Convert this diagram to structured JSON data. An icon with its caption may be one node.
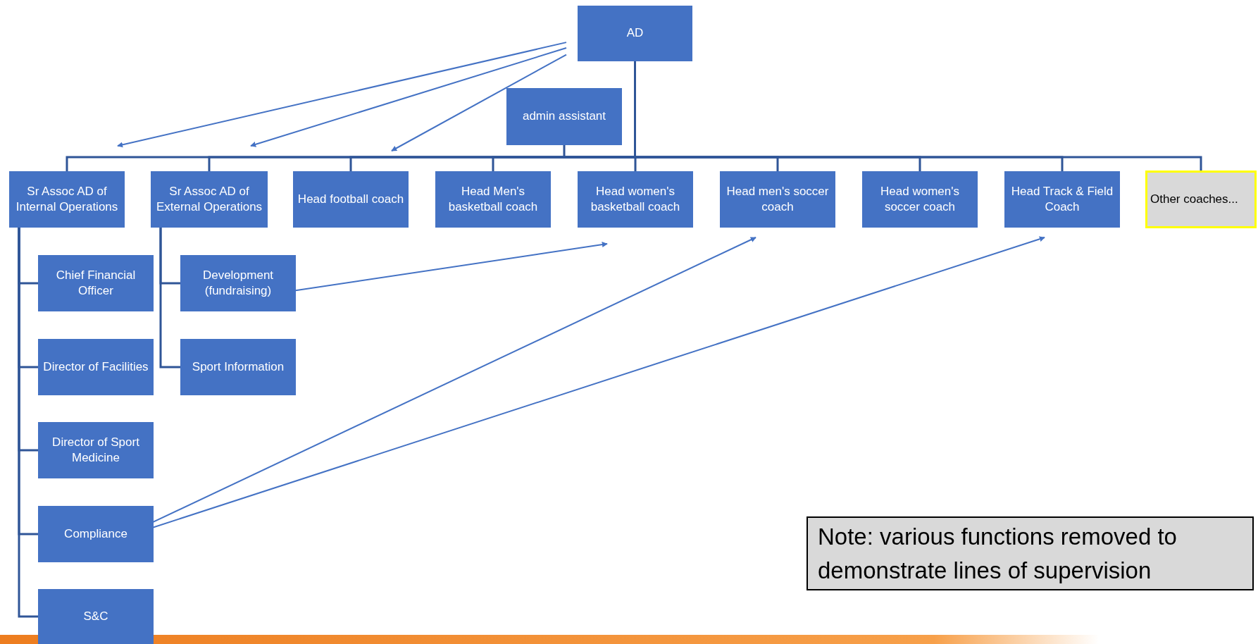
{
  "diagram": {
    "nodes": [
      {
        "text": [
          "AD"
        ]
      },
      {
        "text": [
          "admin assistant"
        ]
      },
      {
        "text": [
          "Sr Assoc AD of Internal Operations"
        ]
      },
      {
        "text": [
          "Sr Assoc AD of External Operations"
        ]
      },
      {
        "text": [
          "Head football coach"
        ]
      },
      {
        "text": [
          "Head Men's basketball coach"
        ]
      },
      {
        "text": [
          "Head women's basketball coach"
        ]
      },
      {
        "text": [
          "Head men's soccer coach"
        ]
      },
      {
        "text": [
          "Head women's soccer coach"
        ]
      },
      {
        "text": [
          "Head Track & Field Coach"
        ]
      },
      {
        "text": [
          "Other coaches..."
        ]
      },
      {
        "text": [
          "Chief Financial Officer"
        ]
      },
      {
        "text": [
          "Director of Facilities"
        ]
      },
      {
        "text": [
          "Director of Sport Medicine"
        ]
      },
      {
        "text": [
          "Compliance"
        ]
      },
      {
        "text": [
          "S&C"
        ]
      },
      {
        "text": [
          "Development (fundraising)"
        ]
      },
      {
        "text": [
          "Sport Information"
        ]
      },
      {
        "text": [
          "Note: various functions removed to demonstrate lines of supervision"
        ]
      }
    ],
    "edges": [
      {
        "from": 0,
        "to": 1,
        "arrow": "none"
      },
      {
        "from": 0,
        "to": 2,
        "arrow": "none"
      },
      {
        "from": 0,
        "to": 3,
        "arrow": "none"
      },
      {
        "from": 0,
        "to": 4,
        "arrow": "none"
      },
      {
        "from": 0,
        "to": 5,
        "arrow": "none"
      },
      {
        "from": 0,
        "to": 6,
        "arrow": "none"
      },
      {
        "from": 0,
        "to": 7,
        "arrow": "none"
      },
      {
        "from": 0,
        "to": 8,
        "arrow": "none"
      },
      {
        "from": 0,
        "to": 9,
        "arrow": "none"
      },
      {
        "from": 0,
        "to": 10,
        "arrow": "none"
      },
      {
        "from": 2,
        "to": 11,
        "arrow": "none"
      },
      {
        "from": 2,
        "to": 12,
        "arrow": "none"
      },
      {
        "from": 2,
        "to": 13,
        "arrow": "none"
      },
      {
        "from": 2,
        "to": 14,
        "arrow": "none"
      },
      {
        "from": 2,
        "to": 15,
        "arrow": "none"
      },
      {
        "from": 3,
        "to": 16,
        "arrow": "none"
      },
      {
        "from": 3,
        "to": 17,
        "arrow": "none"
      },
      {
        "from": 0,
        "to": 2,
        "arrow": "to"
      },
      {
        "from": 0,
        "to": 3,
        "arrow": "to"
      },
      {
        "from": 0,
        "to": 4,
        "arrow": "to"
      },
      {
        "from": 16,
        "to": 6,
        "arrow": "to"
      },
      {
        "from": 14,
        "to": 7,
        "arrow": "to"
      },
      {
        "from": 14,
        "to": 9,
        "arrow": "to"
      }
    ]
  }
}
